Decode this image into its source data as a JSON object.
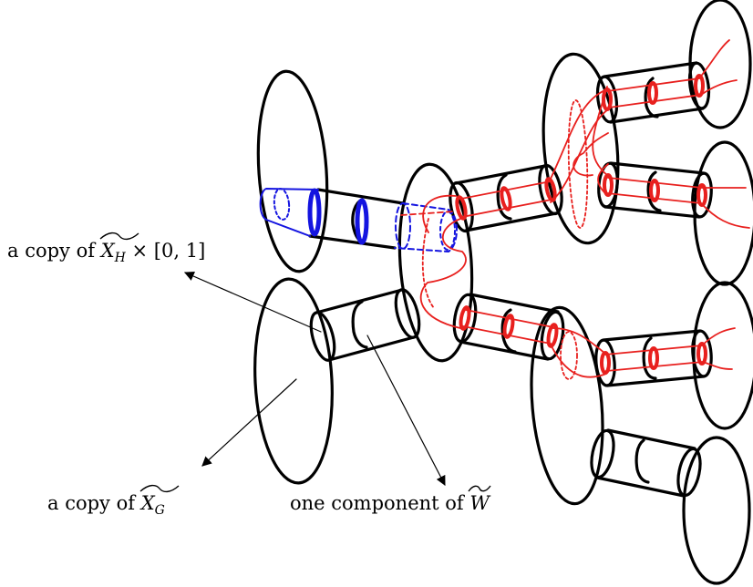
{
  "labels": {
    "xh": {
      "prefix": "a copy of ",
      "base": "X",
      "sub": "H",
      "suffix": " × [0, 1]"
    },
    "xg": {
      "prefix": "a copy of ",
      "base": "X",
      "sub": "G"
    },
    "w": {
      "prefix": "one component of ",
      "base": "W"
    }
  },
  "colors": {
    "ink": "#000000",
    "red": "#e8201e",
    "blue": "#1414e0"
  }
}
